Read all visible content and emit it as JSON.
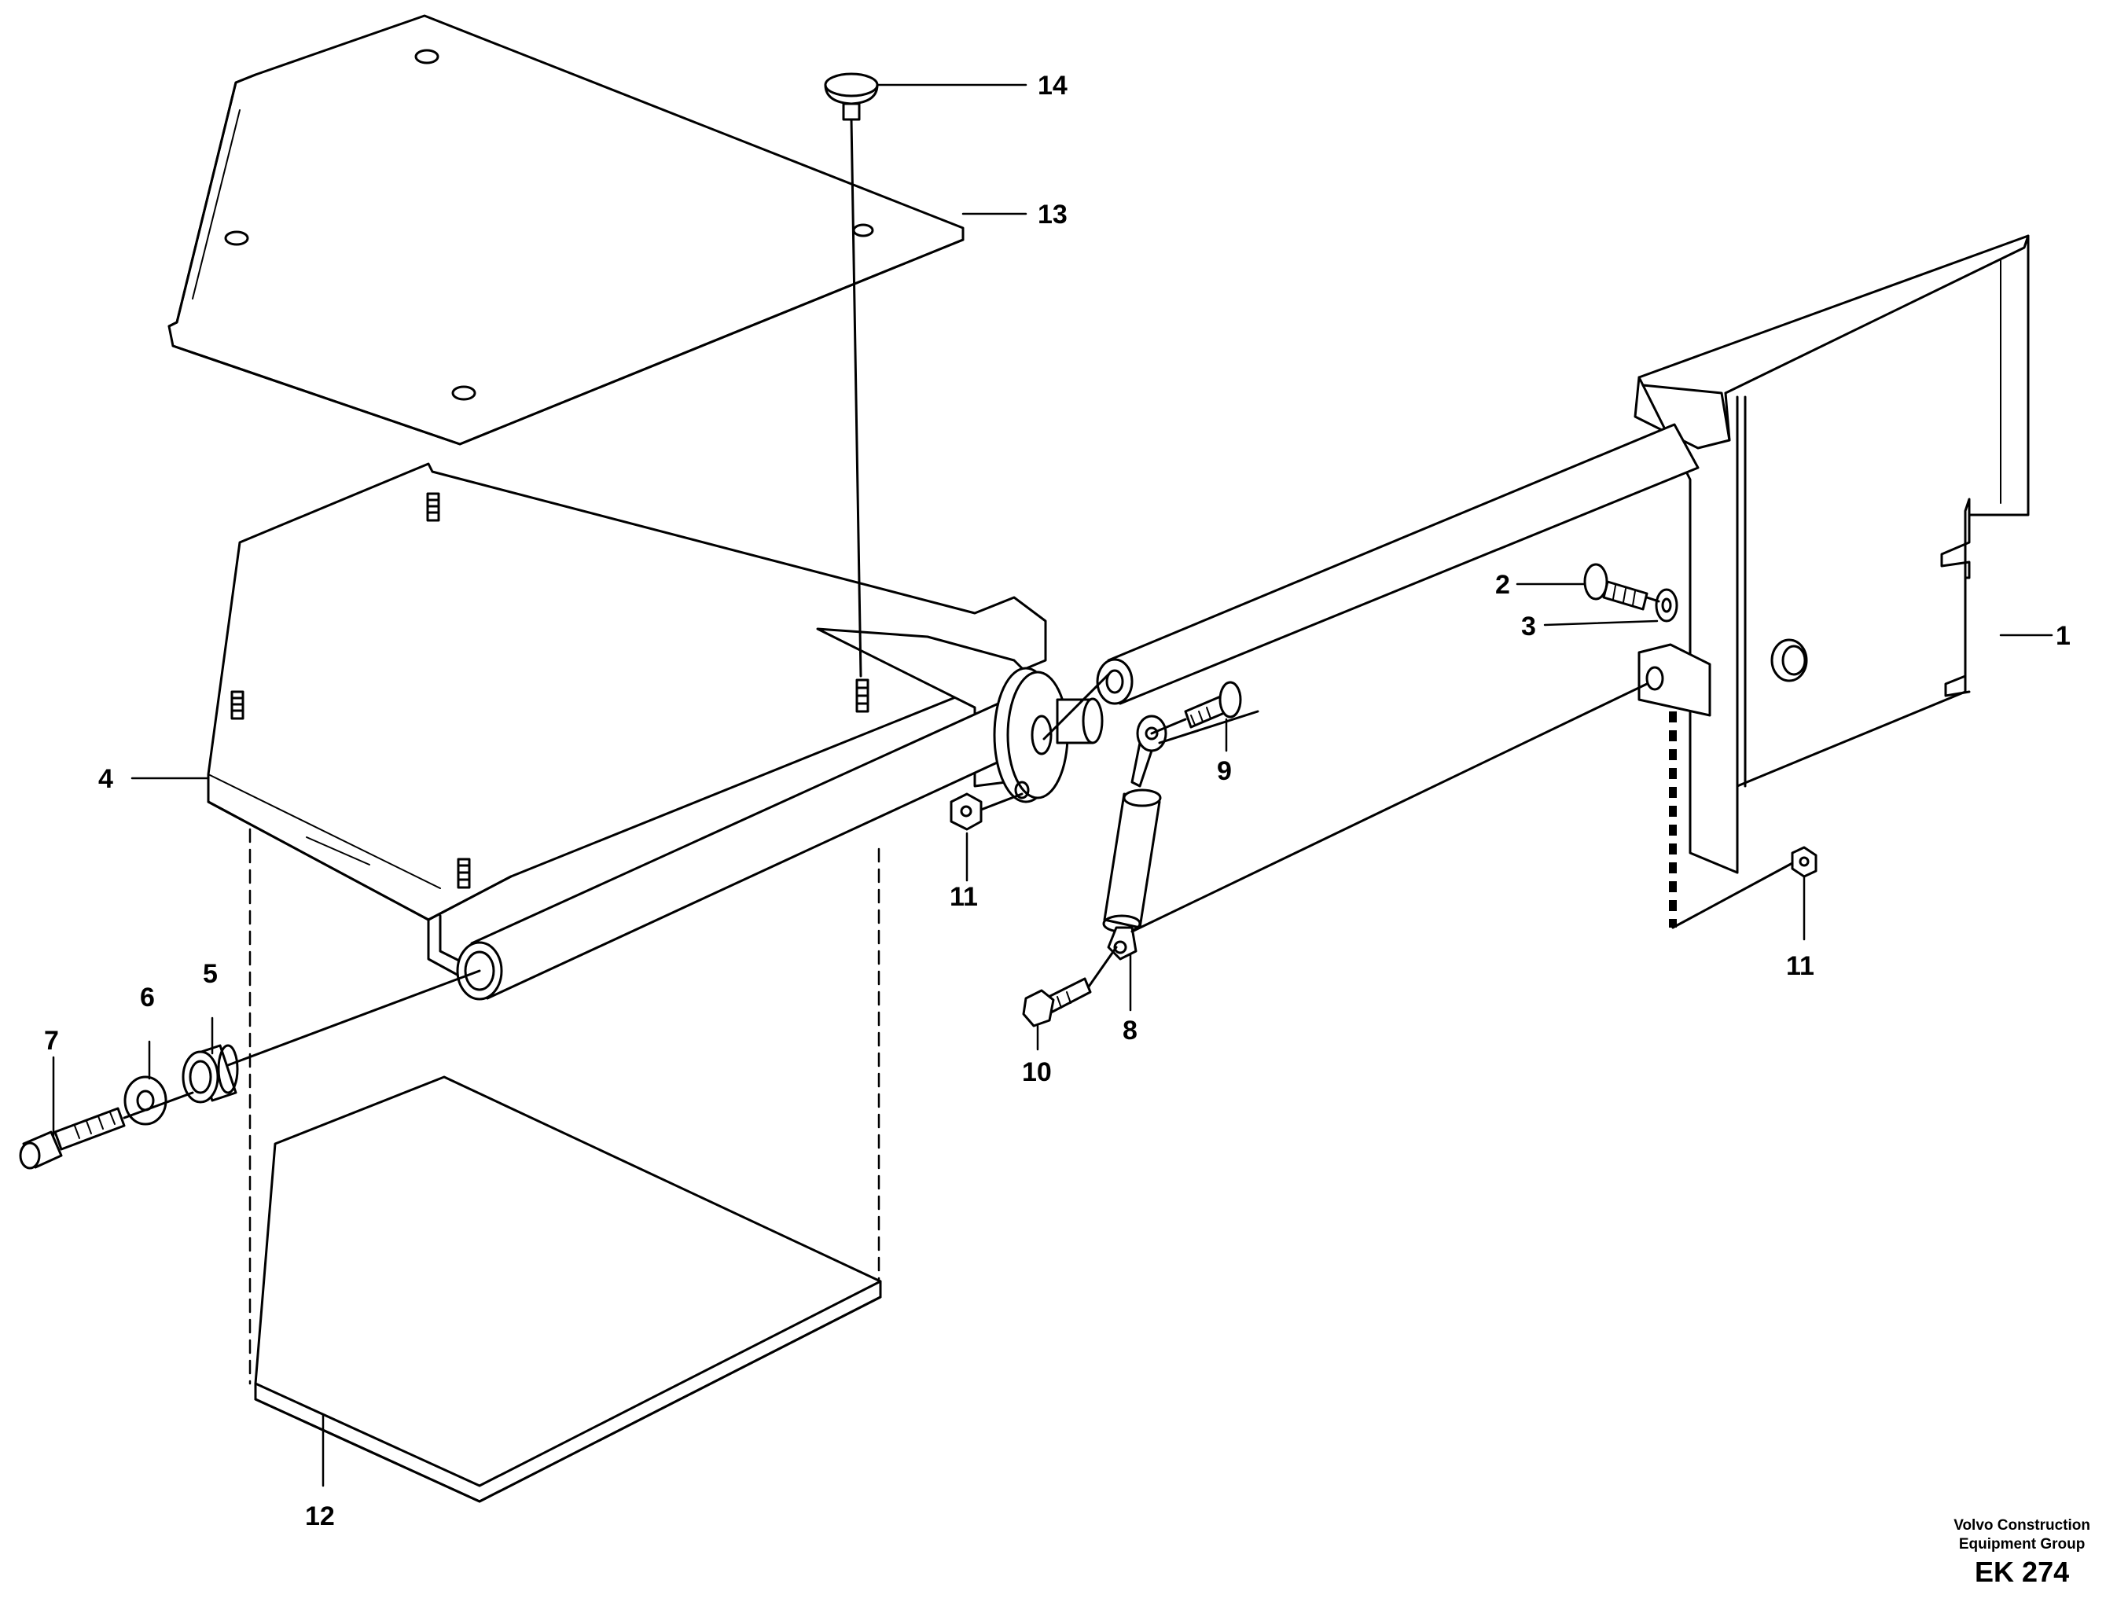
{
  "callouts": {
    "c1": "1",
    "c2": "2",
    "c3": "3",
    "c4": "4",
    "c5": "5",
    "c6": "6",
    "c7": "7",
    "c8": "8",
    "c9": "9",
    "c10": "10",
    "c11a": "11",
    "c11b": "11",
    "c12": "12",
    "c13": "13",
    "c14": "14"
  },
  "footer": {
    "company_line1": "Volvo Construction",
    "company_line2": "Equipment Group",
    "drawing_code": "EK 274"
  }
}
